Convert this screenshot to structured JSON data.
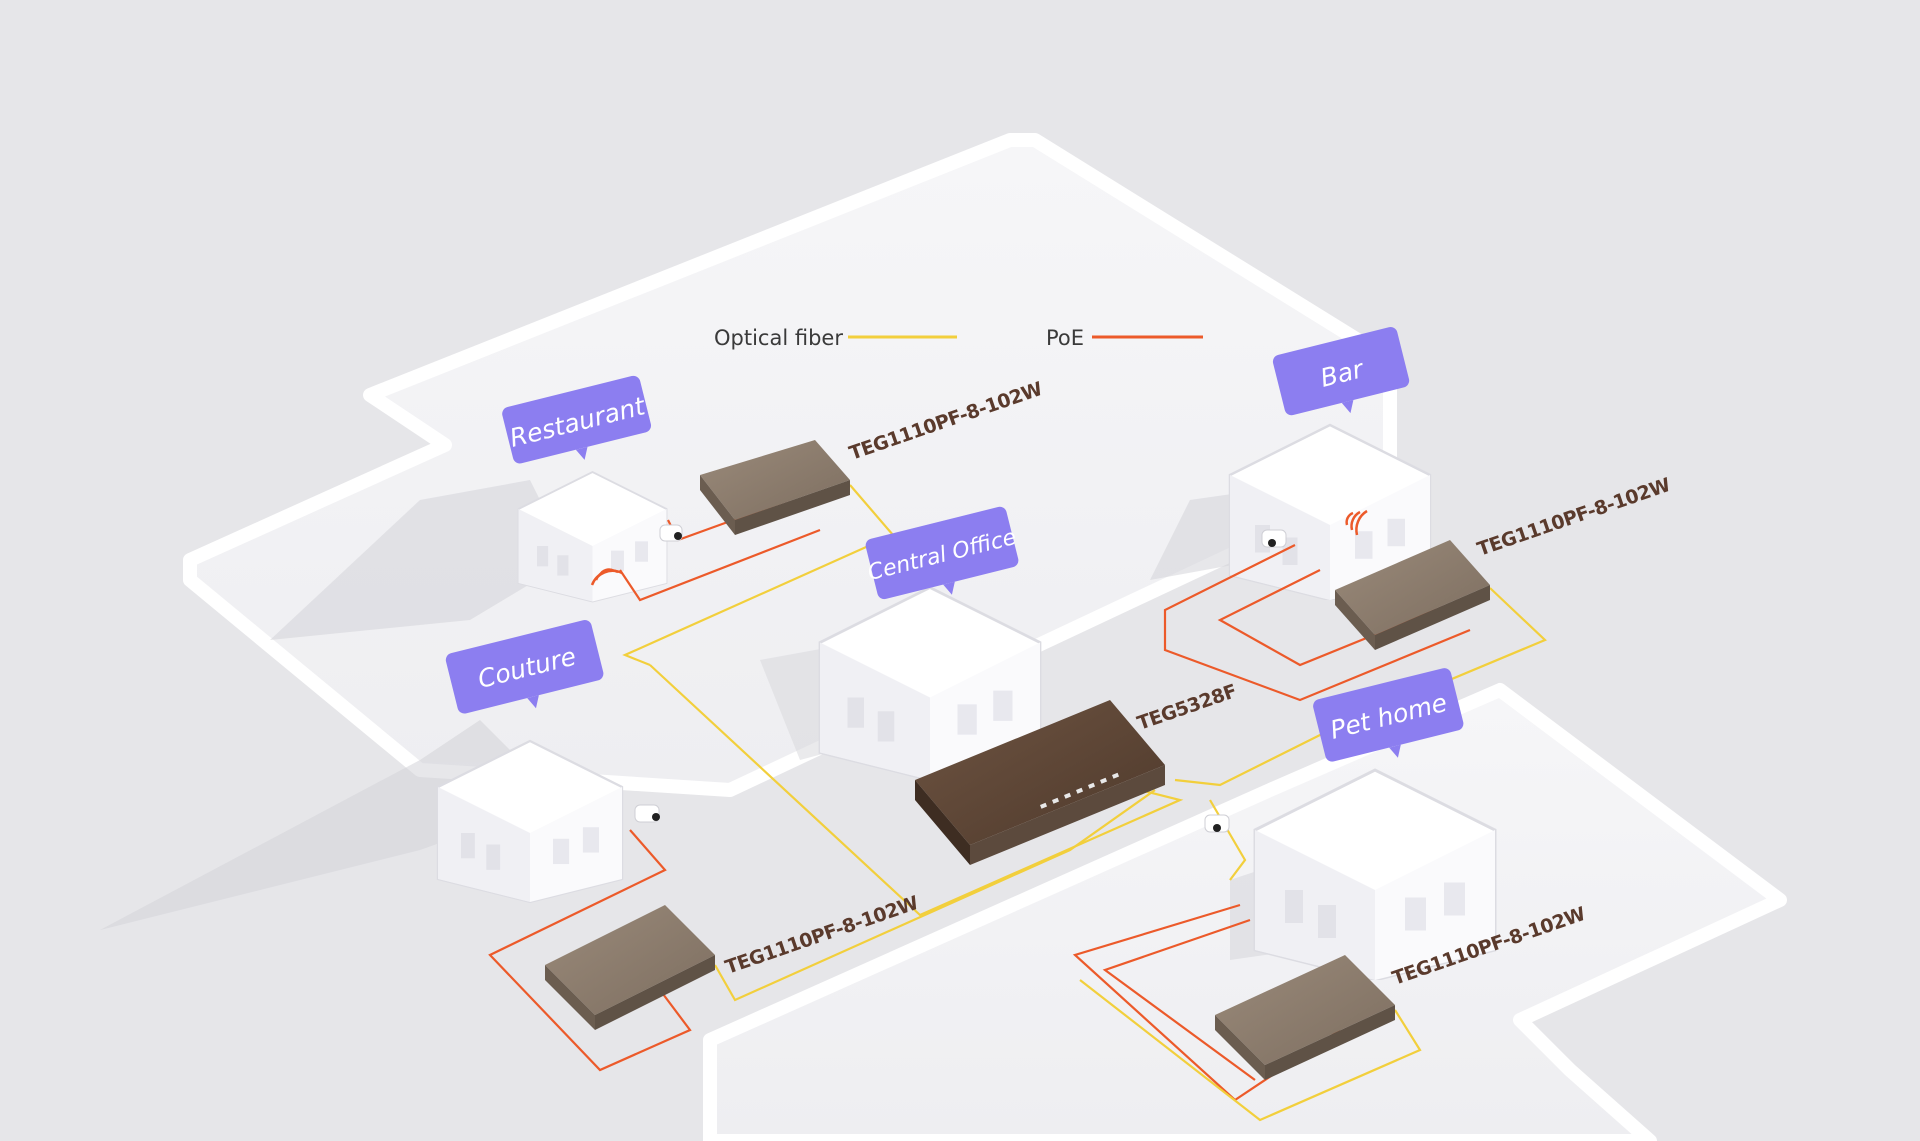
{
  "legend": {
    "fiber_label": "Optical fiber",
    "poe_label": "PoE",
    "fiber_color": "#f2cf3c",
    "poe_color": "#ec5a2a"
  },
  "locations": {
    "restaurant": "Restaurant",
    "bar": "Bar",
    "central_office": "Central Office",
    "couture": "Couture",
    "pet_home": "Pet home"
  },
  "devices": {
    "core_switch": "TEG5328F",
    "restaurant_switch": "TEG1110PF-8-102W",
    "bar_switch": "TEG1110PF-8-102W",
    "couture_switch": "TEG1110PF-8-102W",
    "pethome_switch": "TEG1110PF-8-102W"
  },
  "colors": {
    "background": "#e6e6e9",
    "ground_block": "#f4f4f6",
    "label_bubble": "#8c7ef0",
    "switch_body": "#8c7d6e",
    "core_switch_body": "#5e4636",
    "model_text": "#5a3a2c"
  },
  "icons": {
    "camera": "security-camera-icon",
    "wifi": "wifi-signal-icon"
  }
}
